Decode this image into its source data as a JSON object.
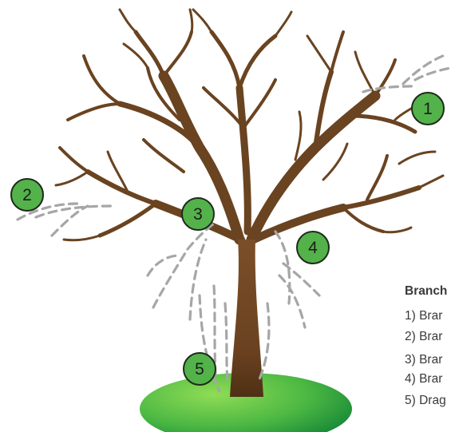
{
  "legend": {
    "title": "Branch",
    "items": [
      "1) Brar",
      "2) Brar",
      "3) Brar",
      "4) Brar",
      "5) Drag"
    ]
  },
  "markers": [
    {
      "id": "1",
      "label": "1"
    },
    {
      "id": "2",
      "label": "2"
    },
    {
      "id": "3",
      "label": "3"
    },
    {
      "id": "4",
      "label": "4"
    },
    {
      "id": "5",
      "label": "5"
    }
  ],
  "colors": {
    "bark_dark": "#5e3a19",
    "bark_light": "#9b6c3d",
    "marker_fill": "#53b24a",
    "marker_stroke": "#1f2a1c",
    "path_dash": "#a6a6a6",
    "grass_light": "#7bd04a",
    "grass_dark": "#138a36"
  }
}
